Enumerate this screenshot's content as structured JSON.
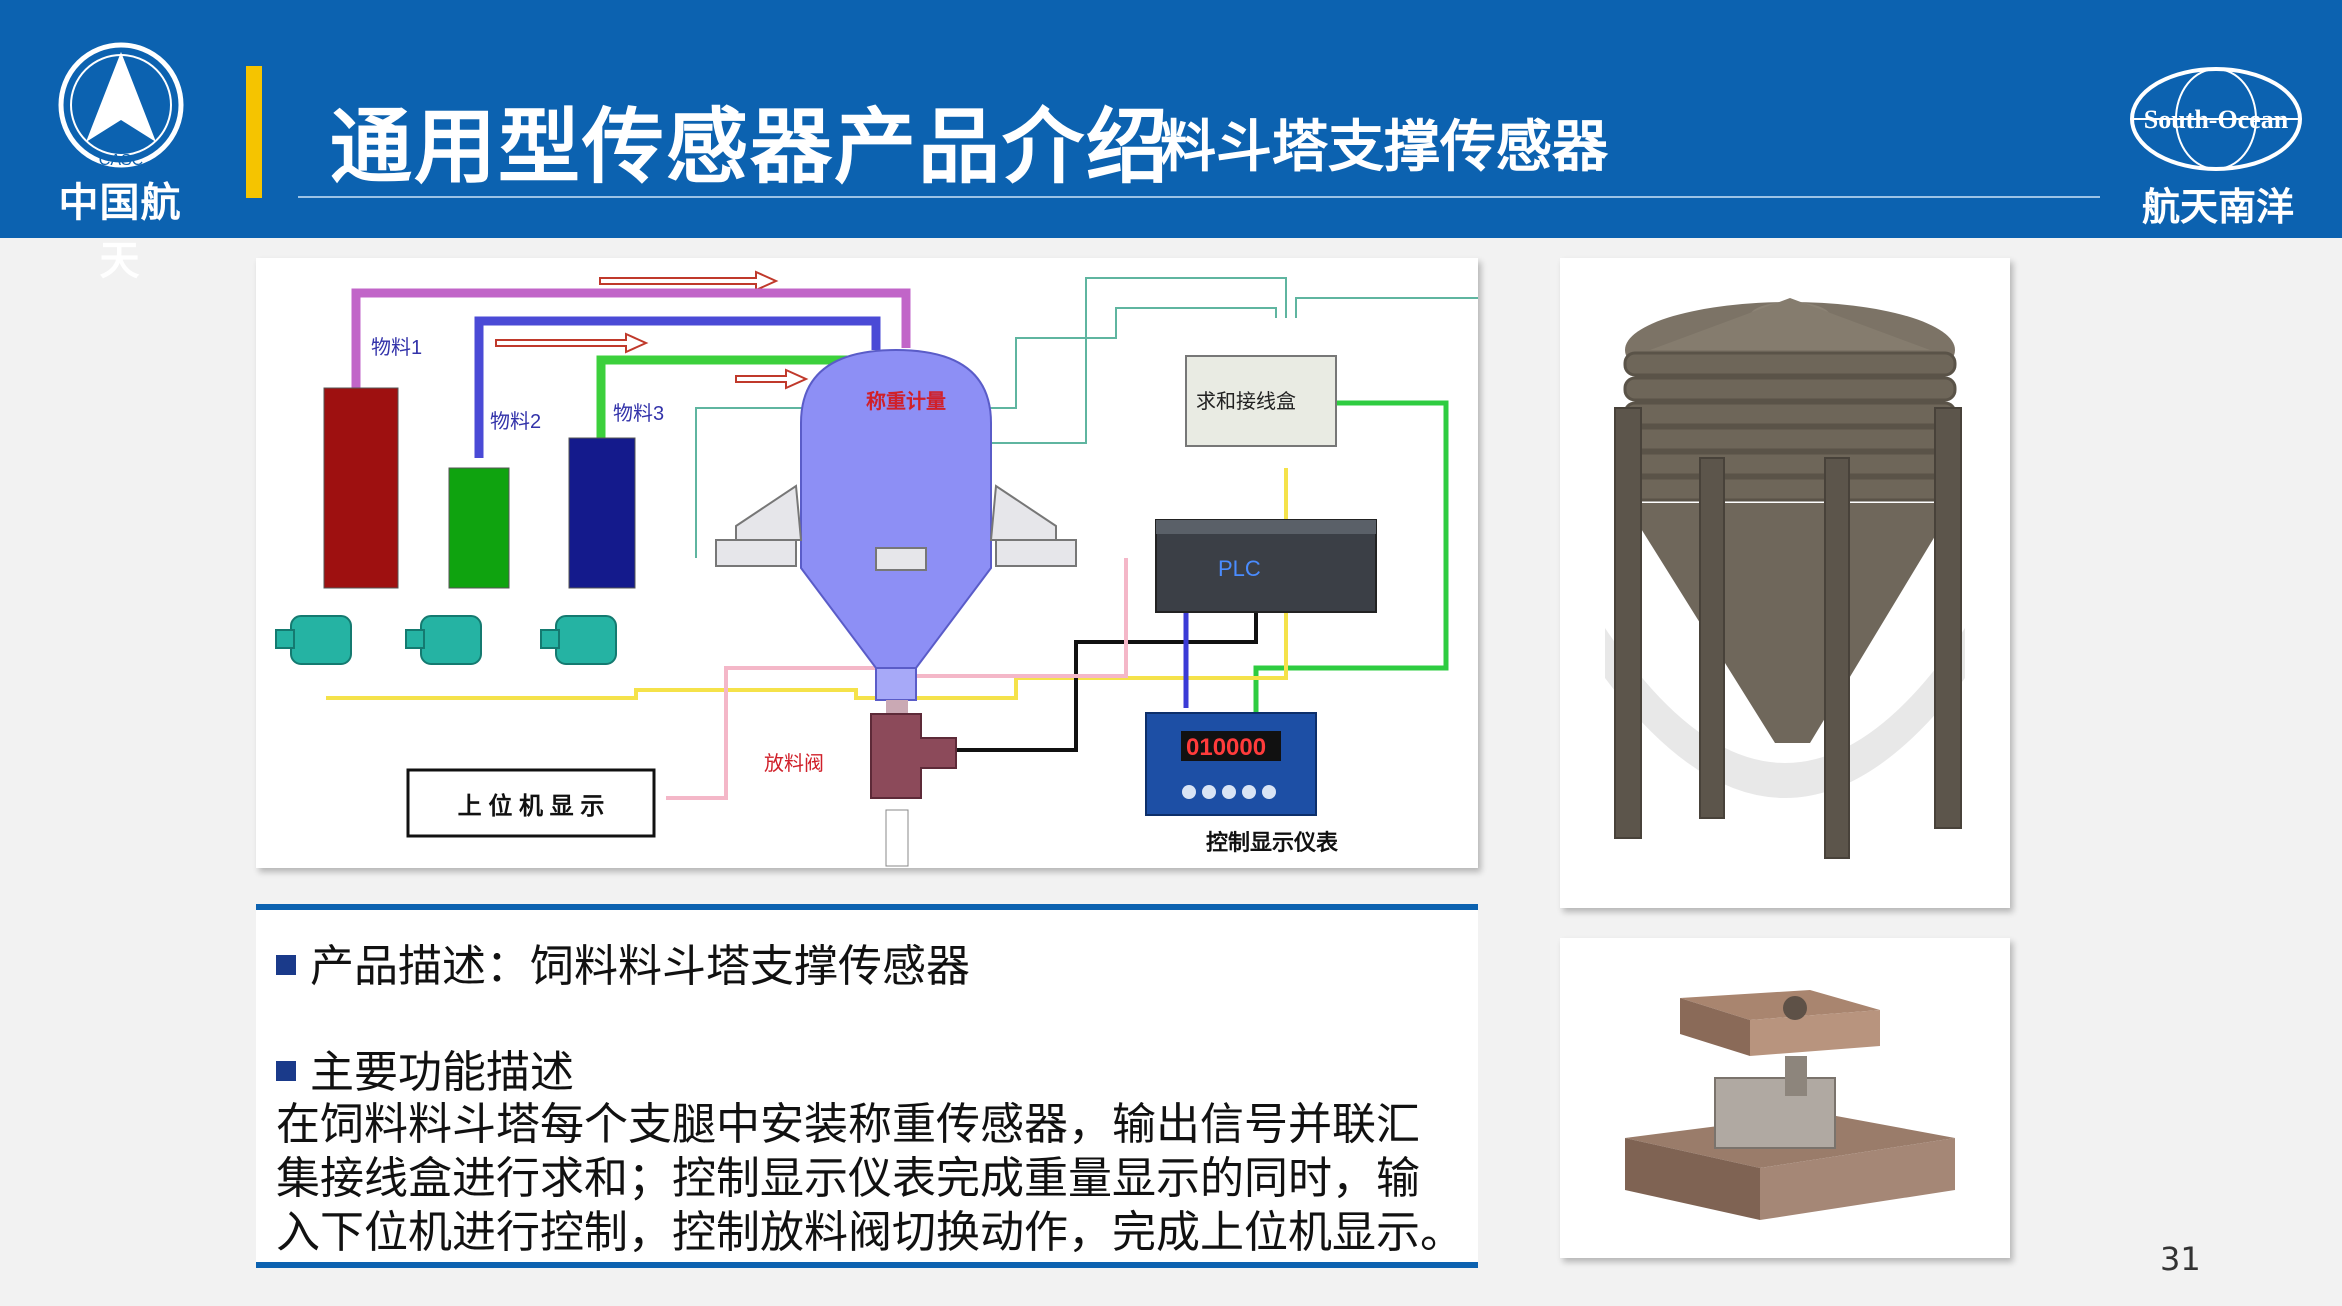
{
  "header": {
    "org_name": "中国航天",
    "title_main": "通用型传感器产品介绍",
    "title_sub": "料斗塔支撑传感器",
    "logo_left_text": "CASC",
    "logo_right_text": "South-Ocean",
    "right_org": "航天南洋"
  },
  "diagram": {
    "material1": "物料1",
    "material2": "物料2",
    "material3": "物料3",
    "weighing": "称重计量",
    "junction_box": "求和接线盒",
    "plc": "PLC",
    "display_digits": "010000",
    "instrument": "控制显示仪表",
    "discharge_valve": "放料阀",
    "host_display": "上 位 机 显 示"
  },
  "description": {
    "item1": "产品描述：饲料料斗塔支撑传感器",
    "item2": "主要功能描述",
    "line1": "在饲料料斗塔每个支腿中安装称重传感器，输出信号并联汇",
    "line2": "集接线盒进行求和；控制显示仪表完成重量显示的同时，输",
    "line3": "入下位机进行控制，控制放料阀切换动作，完成上位机显示。"
  },
  "page_number": "31"
}
